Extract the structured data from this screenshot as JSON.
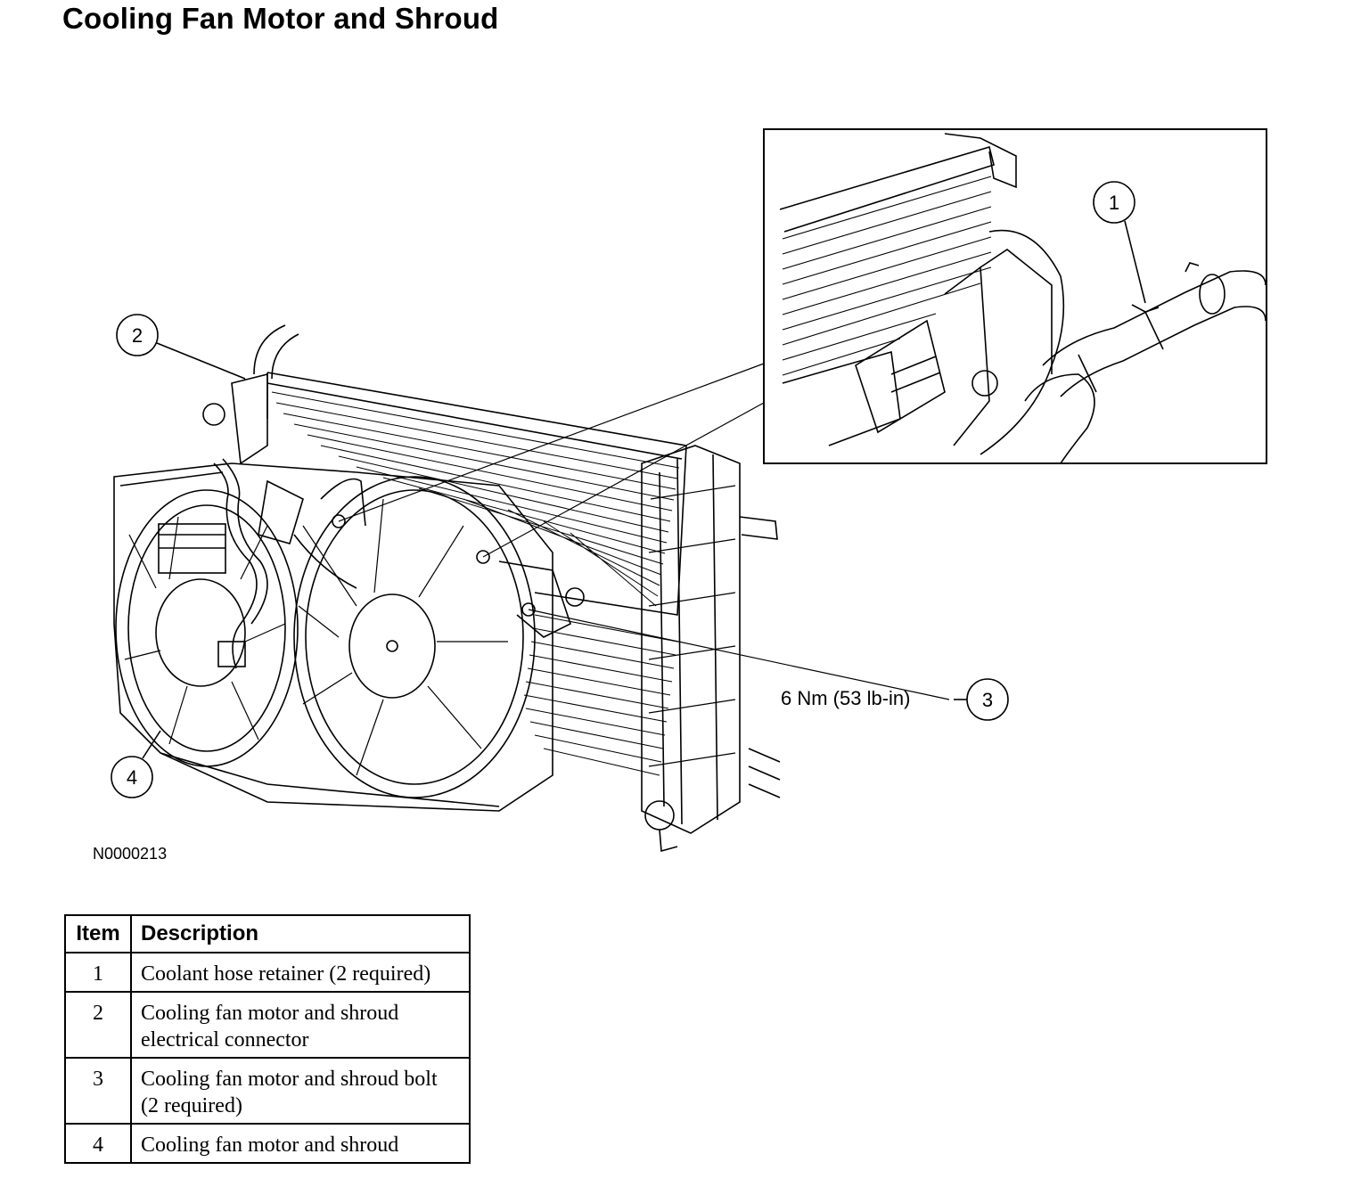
{
  "title": "Cooling Fan Motor and Shroud",
  "figure_id": "N0000213",
  "torque_spec": "6 Nm (53 lb-in)",
  "callouts": [
    "1",
    "2",
    "3",
    "4"
  ],
  "legend": {
    "headers": [
      "Item",
      "Description"
    ],
    "rows": [
      {
        "item": "1",
        "description": "Coolant hose retainer (2 required)"
      },
      {
        "item": "2",
        "description": "Cooling fan motor and shroud electrical connector"
      },
      {
        "item": "3",
        "description": "Cooling fan motor and shroud bolt (2 required)"
      },
      {
        "item": "4",
        "description": "Cooling fan motor and shroud"
      }
    ]
  }
}
